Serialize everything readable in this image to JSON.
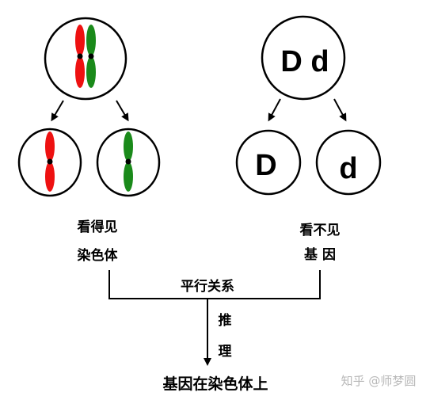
{
  "left": {
    "label_line1": "看得见",
    "label_line2": "染色体"
  },
  "right": {
    "parent_text": "D d",
    "child_left_text": "D",
    "child_right_text": "d",
    "label_line1": "看不见",
    "label_line2": "基 因"
  },
  "relation": "平行关系",
  "arrow_label_1": "推",
  "arrow_label_2": "理",
  "conclusion": "基因在染色体上",
  "watermark": "知乎 @师梦圆",
  "colors": {
    "red_chromosome": "#ee1111",
    "green_chromosome": "#1a8a1a",
    "stroke": "#000000"
  }
}
